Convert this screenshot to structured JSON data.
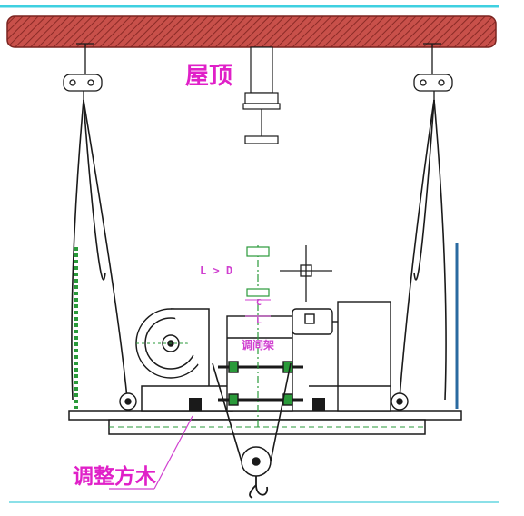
{
  "labels": {
    "roof": "屋顶",
    "adjust_frame": "调间架",
    "adjust_timber": "调整方木",
    "clearance": "L > D",
    "dim_c": "C",
    "dim_l": "L"
  },
  "colors": {
    "roof_fill": "#c8504a",
    "roof_hatch": "#8a2a26",
    "line": "#1a1a1a",
    "label_magenta": "#e020c8",
    "dim_magenta": "#d040d0",
    "guide_green": "#2a9a3a",
    "top_rule": "#3fd0e0",
    "bottom_rule": "#8be0e8",
    "crosshair": "#202020"
  },
  "icons": {
    "crosshair": "crosshair-icon",
    "hook": "hook-icon"
  }
}
